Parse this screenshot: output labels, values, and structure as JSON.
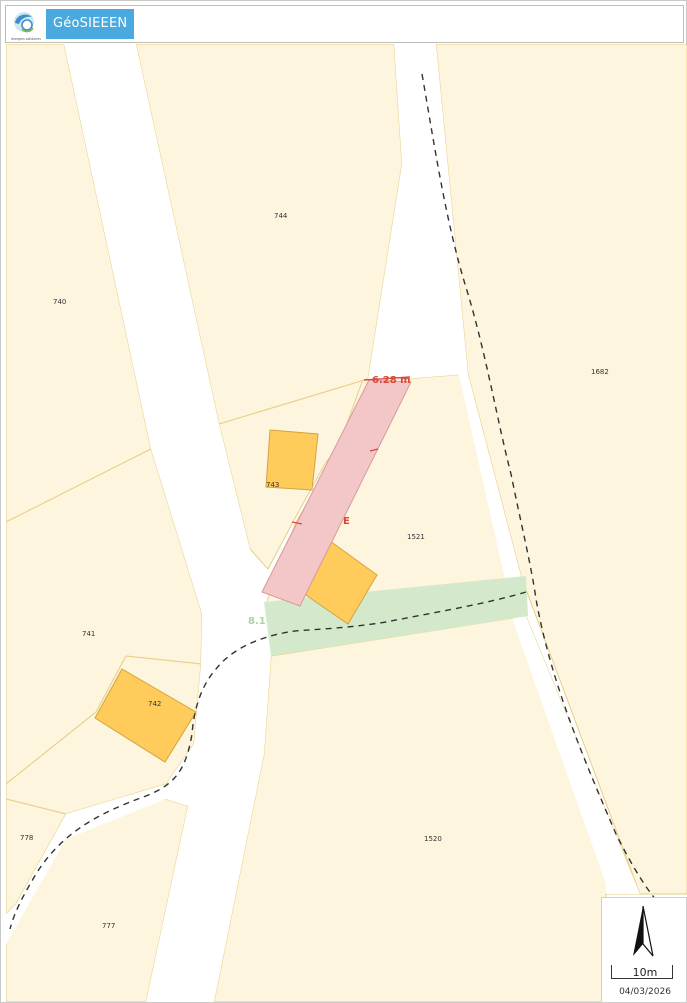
{
  "header": {
    "brand": "GéoSIEEEN",
    "logo_caption": "énergies solidaires"
  },
  "map": {
    "colors": {
      "parcel_fill": "#fdf5dd",
      "parcel_border": "#e7cf86",
      "road_fill": "#ffffff",
      "building_fill": "#ffcc5c",
      "building_border": "#d3a440",
      "project_fill": "#f3c6c8",
      "project_border": "#d8999d",
      "green_fill": "#d4e9cc",
      "network_line": "#333333",
      "measure_red": "#d9473a",
      "measure_green": "#a8d6a0"
    },
    "parcels": [
      {
        "id": "parcel-744",
        "label": "744"
      },
      {
        "id": "parcel-740",
        "label": "740"
      },
      {
        "id": "parcel-1682",
        "label": "1682"
      },
      {
        "id": "parcel-743",
        "label": "743"
      },
      {
        "id": "parcel-1521",
        "label": "1521"
      },
      {
        "id": "parcel-741",
        "label": "741"
      },
      {
        "id": "parcel-742",
        "label": "742"
      },
      {
        "id": "parcel-778",
        "label": "778"
      },
      {
        "id": "parcel-777",
        "label": "777"
      },
      {
        "id": "parcel-1520",
        "label": "1520"
      }
    ],
    "measurements": [
      {
        "id": "measure-top",
        "label": "6.28 m"
      },
      {
        "id": "measure-letter",
        "label": "E"
      },
      {
        "id": "measure-green",
        "label": "8.1"
      }
    ],
    "icons": {
      "north": "north-arrow-icon",
      "logo": "sieeen-logo-icon"
    }
  },
  "scale": {
    "label": "10m",
    "date": "04/03/2026"
  }
}
